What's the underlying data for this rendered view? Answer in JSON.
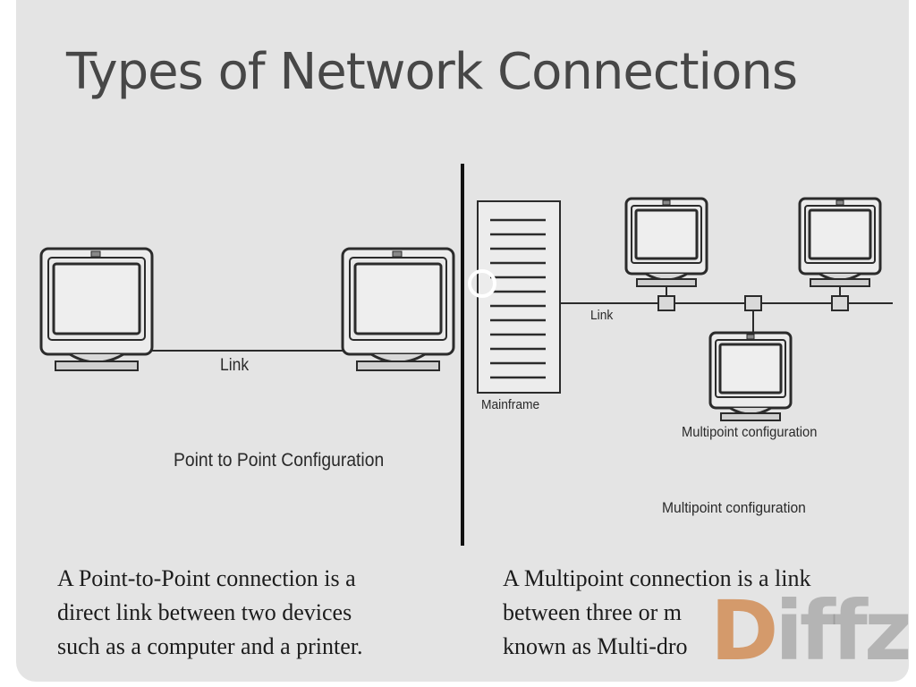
{
  "slide": {
    "title": "Types of Network Connections"
  },
  "diagram": {
    "left_link_label": "Link",
    "left_caption": "Point to Point Configuration",
    "mainframe_label": "Mainframe",
    "right_link_label": "Link",
    "multipoint_label_inner": "Multipoint configuration",
    "multipoint_label_outer": "Multipoint configuration"
  },
  "captions": {
    "point_to_point": [
      "A Point-to-Point connection is a",
      "direct link between two devices",
      "such as a computer and a printer."
    ],
    "multipoint": [
      "A Multipoint connection is a link",
      "between three or m",
      "known as Multi-dro"
    ]
  },
  "watermark": {
    "first_letter": "D",
    "rest": "iffzi"
  }
}
